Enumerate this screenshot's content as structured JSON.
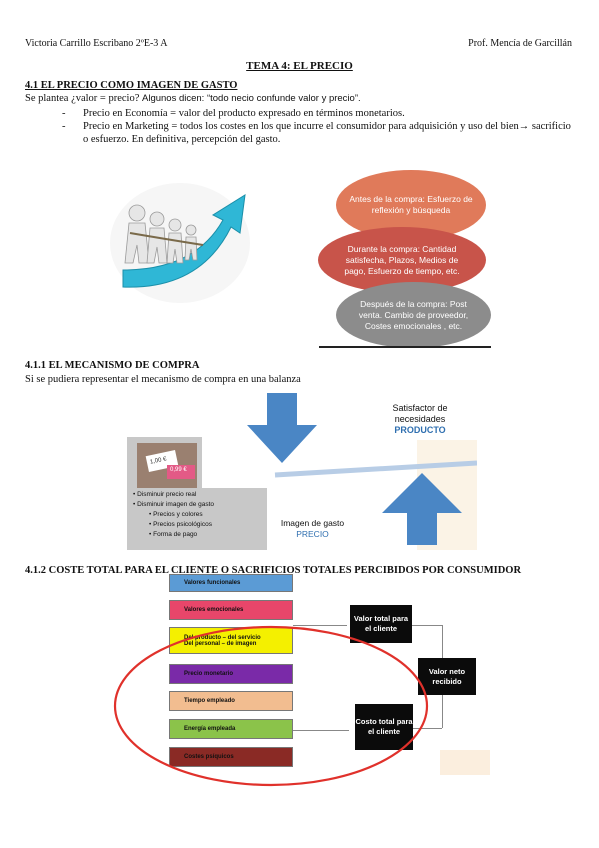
{
  "header": {
    "author": "Victoria Carrillo Escribano 2ºE-3 A",
    "teacher": "Prof. Mencía de Garcillán"
  },
  "title": "TEMA 4: EL PRECIO",
  "s1": {
    "heading": "4.1 EL PRECIO COMO IMAGEN DE GASTO",
    "intro_a": "Se plantea ¿valor = precio? ",
    "intro_b": "Algunos dicen: “todo necio confunde valor y precio”.",
    "bullet1": "Precio en Economía = valor del producto expresado en términos monetarios.",
    "bullet2": "Precio en Marketing = todos los costes en los que incurre el consumidor para adquisición y uso del bien→ sacrificio o esfuerzo. En definitiva, percepción del gasto.",
    "ovals": [
      "Antes de la compra: Esfuerzo de reflexión y búsqueda",
      "Durante la compra: Cantidad satisfecha, Plazos, Medios de pago, Esfuerzo de tiempo, etc.",
      "Después de la compra: Post venta. Cambio de proveedor, Costes emocionales , etc."
    ],
    "colors": {
      "oval1": "#e07a5a",
      "oval2": "#c8544a",
      "oval3": "#8c8c8c",
      "arrow": "#2fb7d6"
    }
  },
  "s2": {
    "heading": "4.1.1 EL MECANISMO DE COMPRA",
    "text": "Si se pudiera representar el mecanismo de compra en una balanza",
    "satisfactor": "Satisfactor de necesidades",
    "producto": "PRODUCTO",
    "imagen": "Imagen de gasto",
    "precio": "PRECIO",
    "tag1": "1,00 €",
    "tag2": "0,99 €",
    "list": [
      "Disminuir precio real",
      "Disminuir imagen de gasto"
    ],
    "sublist": [
      "Precios y colores",
      "Precios psicológicos",
      "Forma de pago"
    ]
  },
  "s3": {
    "heading": "4.1.2 COSTE TOTAL PARA EL CLIENTE O SACRIFICIOS TOTALES PERCIBIDOS POR CONSUMIDOR",
    "boxes": [
      {
        "label": "Valores funcionales",
        "color": "#5b9bd5"
      },
      {
        "label": "Valores emocionales",
        "color": "#e8466a"
      },
      {
        "label": "Del producto – del servicio",
        "label2": "Del personal – de imagen",
        "color": "#f4f000"
      },
      {
        "label": "Precio  monetario",
        "color": "#7a2aa8"
      },
      {
        "label": "Tiempo  empleado",
        "color": "#f2bd90"
      },
      {
        "label": "Energía empleada",
        "color": "#8bc34a"
      },
      {
        "label": "Costes  psíquicos",
        "color": "#8a2a25"
      }
    ],
    "valor_total": "Valor total para el cliente",
    "valor_neto": "Valor neto recibido",
    "coste_total": "Costo total para el cliente"
  }
}
